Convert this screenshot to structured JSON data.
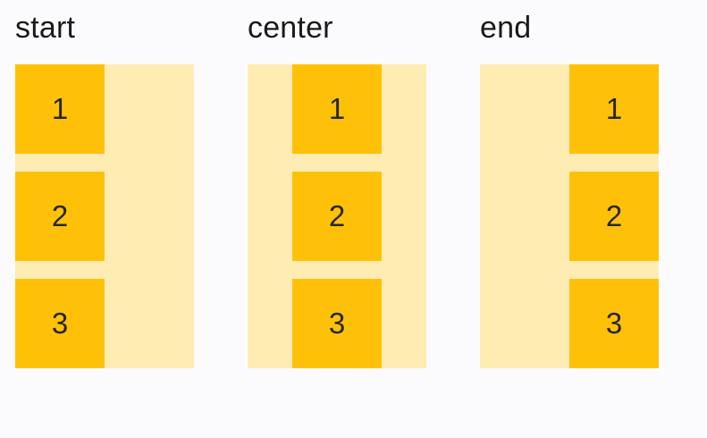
{
  "page": {
    "background": "#fbfbfd"
  },
  "palette": {
    "container_bg": "#ffecb3",
    "item_bg": "#ffc107",
    "label_color": "#1a1a1a",
    "number_color": "#262626"
  },
  "examples": [
    {
      "label": "start",
      "alignment": "start",
      "items": [
        "1",
        "2",
        "3"
      ]
    },
    {
      "label": "center",
      "alignment": "center",
      "items": [
        "1",
        "2",
        "3"
      ]
    },
    {
      "label": "end",
      "alignment": "end",
      "items": [
        "1",
        "2",
        "3"
      ]
    }
  ]
}
